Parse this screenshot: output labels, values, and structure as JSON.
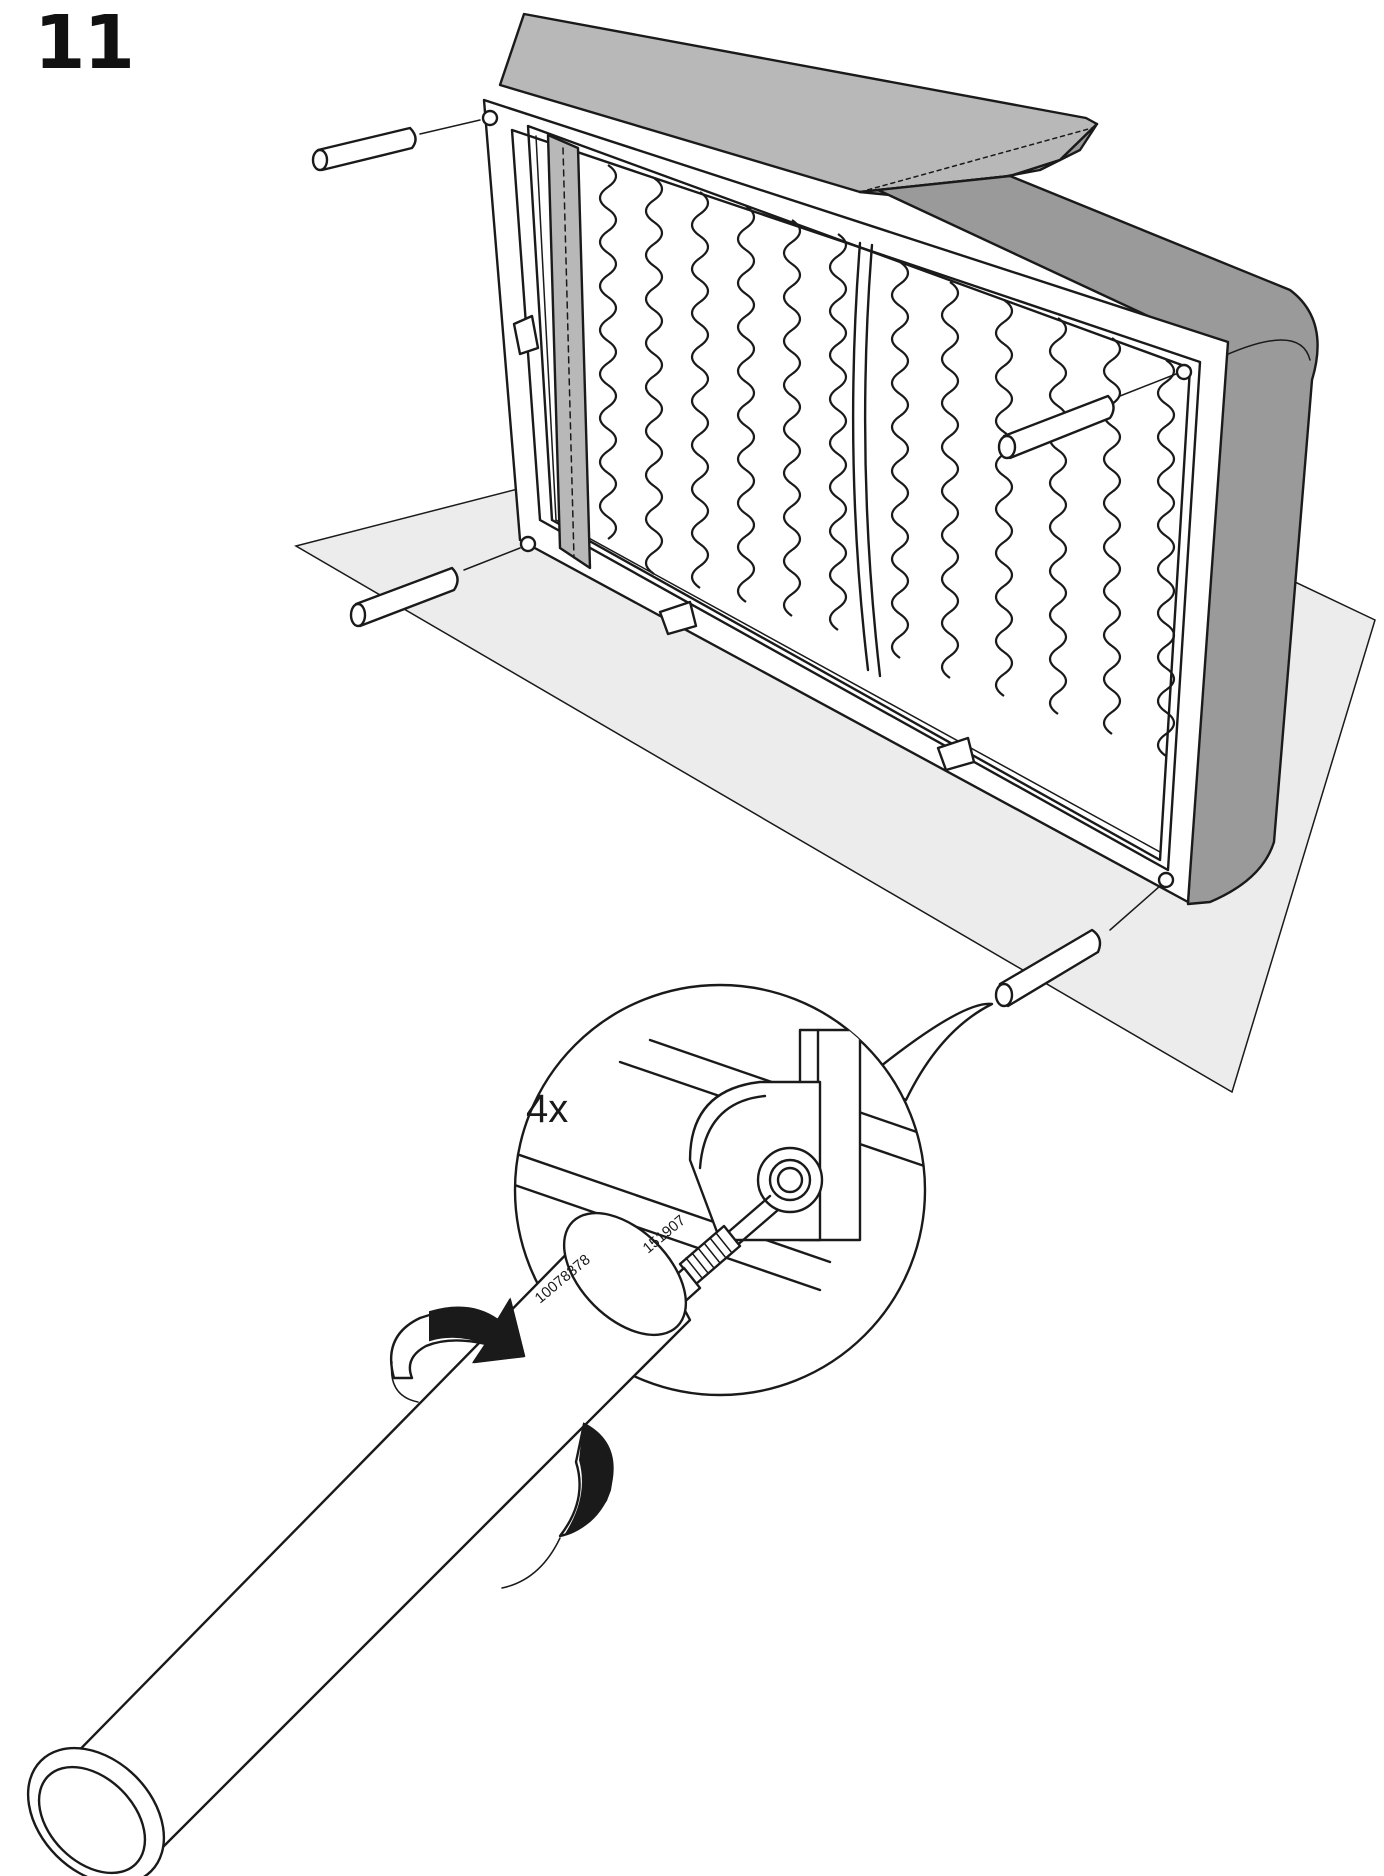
{
  "step": {
    "number": "11"
  },
  "callout": {
    "quantity": "4x",
    "part_number_leg": "10078378",
    "part_number_bolt": "151907"
  },
  "instruction": {
    "action_icon": "rotate-clockwise-arrow-icon",
    "part_icon": "sofa-leg-icon"
  }
}
